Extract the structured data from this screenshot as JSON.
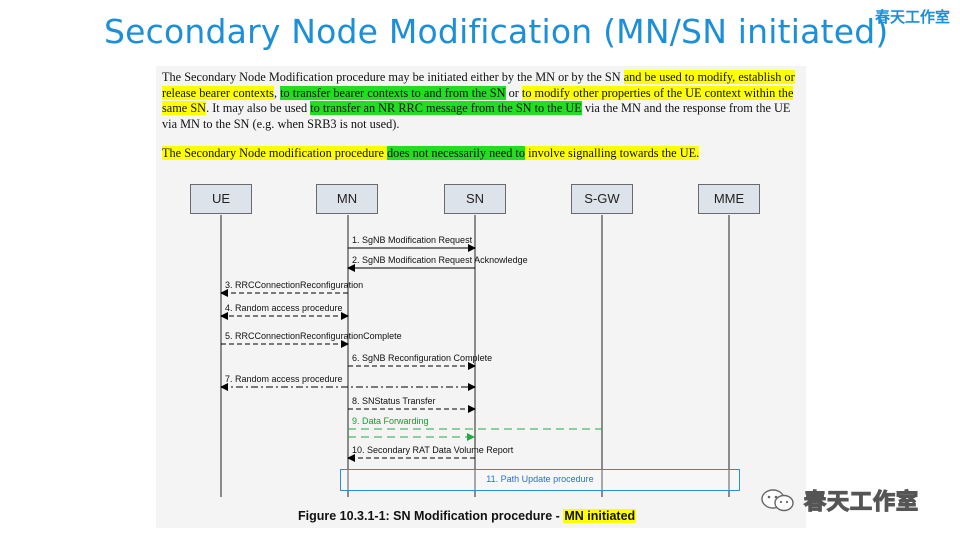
{
  "slide": {
    "title": "Secondary Node Modification (MN/SN initiated)",
    "brand": "春天工作室"
  },
  "paragraph1": {
    "s1": "The Secondary Node Modification procedure may be initiated either by the MN or by the SN ",
    "s2": "and be used to modify, establish or release bearer contexts",
    "s3": ", ",
    "s4": "to transfer bearer contexts to and from the SN",
    "s5": " or ",
    "s6": "to modify other properties of the UE context within the same SN",
    "s7": ". It may also be used ",
    "s8": "to transfer an NR RRC message from the SN to the UE",
    "s9": " via the MN and the response from the UE via MN to the SN (e.g. when SRB3 is not used)."
  },
  "paragraph2": {
    "s1": "The Secondary Node modification procedure ",
    "s2": "does not necessarily need to",
    "s3": " involve signalling towards the UE."
  },
  "nodes": [
    "UE",
    "MN",
    "SN",
    "S-GW",
    "MME"
  ],
  "messages": [
    {
      "label": "1. SgNB Modification Request",
      "from": "MN",
      "to": "SN",
      "style": "solid",
      "color": "#000000"
    },
    {
      "label": "2. SgNB Modification Request Acknowledge",
      "from": "SN",
      "to": "MN",
      "style": "solid",
      "color": "#000000"
    },
    {
      "label": "3. RRCConnectionReconfiguration",
      "from": "MN",
      "to": "UE",
      "style": "dashed",
      "color": "#000000"
    },
    {
      "label": "4. Random access procedure",
      "from": "UE",
      "to": "MN",
      "style": "dashed-both",
      "color": "#000000"
    },
    {
      "label": "5. RRCConnectionReconfigurationComplete",
      "from": "UE",
      "to": "MN",
      "style": "dashed",
      "color": "#000000"
    },
    {
      "label": "6. SgNB Reconfiguration Complete",
      "from": "MN",
      "to": "SN",
      "style": "dashed",
      "color": "#000000"
    },
    {
      "label": "7. Random access procedure",
      "from": "UE",
      "to": "SN",
      "style": "dashdot-both",
      "color": "#000000"
    },
    {
      "label": "8. SNStatus Transfer",
      "from": "MN",
      "to": "SN",
      "style": "dashed",
      "color": "#000000"
    },
    {
      "label": "9. Data Forwarding",
      "from": "MN",
      "to": "SN",
      "style": "green-forward",
      "color": "#22aa44"
    },
    {
      "label": "10. Secondary RAT Data Volume Report",
      "from": "SN",
      "to": "MN",
      "style": "dashed",
      "color": "#000000"
    }
  ],
  "path_update": {
    "label": "11. Path Update procedure"
  },
  "caption": {
    "main": "Figure 10.3.1-1: SN Modification procedure - ",
    "highlight": "MN initiated"
  },
  "watermark": {
    "text": "春天工作室"
  },
  "colors": {
    "title": "#1c8fd8",
    "highlight_yellow": "#ffff00",
    "highlight_green": "#22dd22",
    "node_fill": "#dde3ea",
    "path_box": "#2a8ed8",
    "data_forwarding": "#22aa44"
  }
}
